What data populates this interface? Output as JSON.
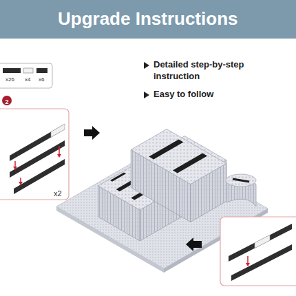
{
  "diagram": {
    "title": "Upgrade Instructions",
    "labels": [
      "x26",
      "x4",
      "x6",
      "2",
      "x2",
      "Detailed step-by-step instruction",
      "Easy to follow"
    ]
  }
}
